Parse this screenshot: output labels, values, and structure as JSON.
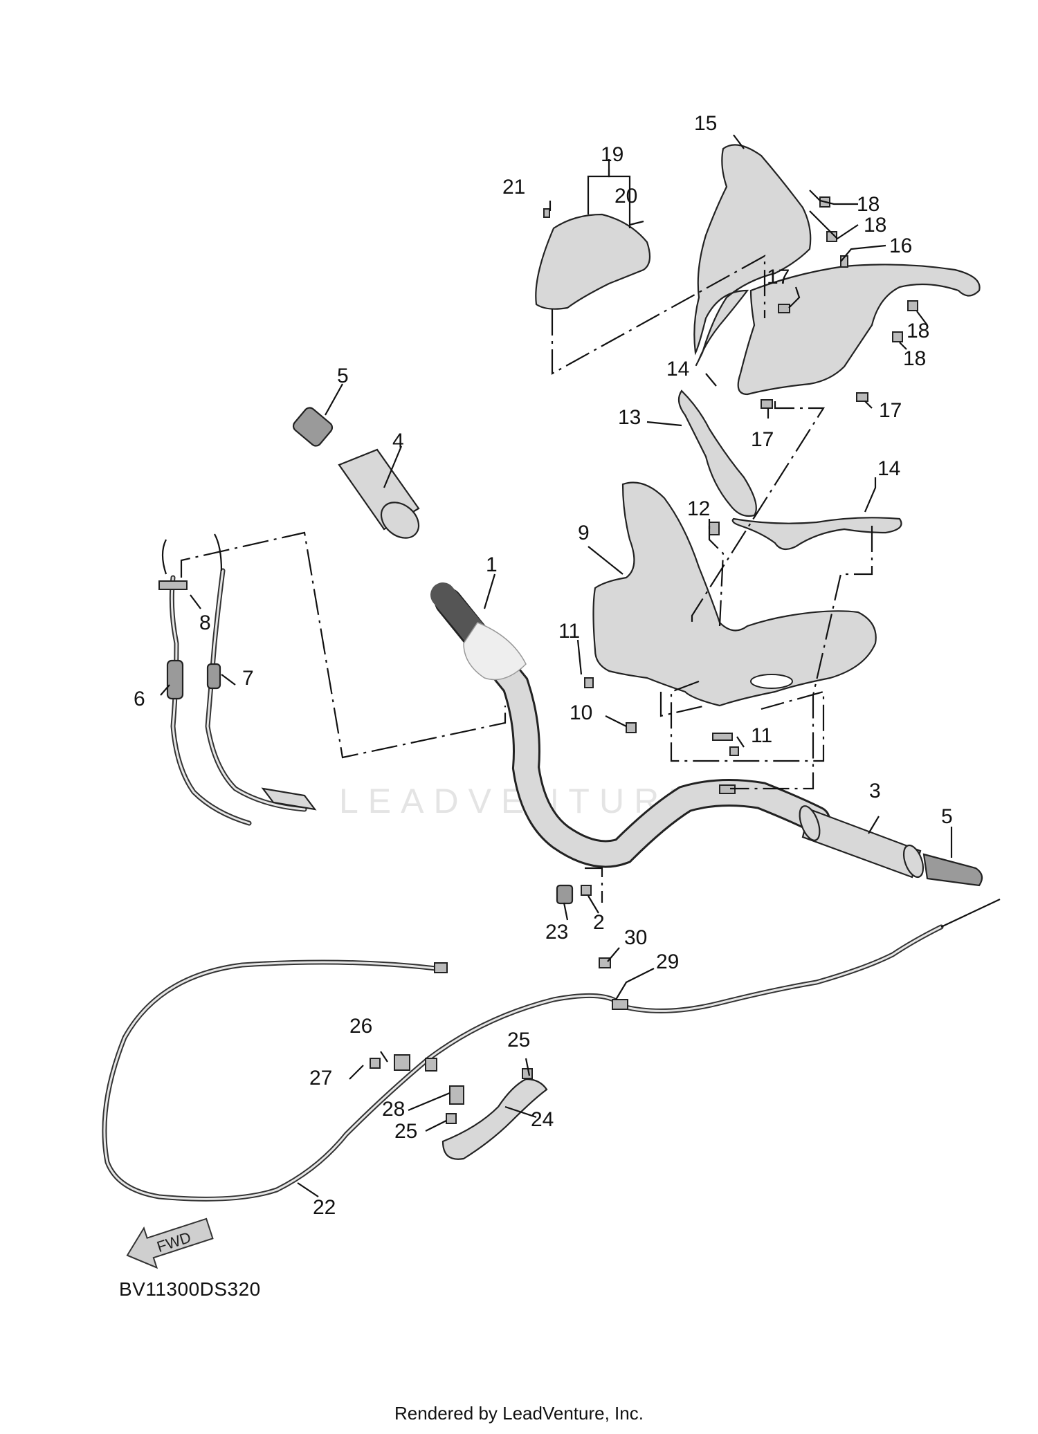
{
  "callouts": [
    "1",
    "2",
    "3",
    "4",
    "5",
    "5",
    "6",
    "7",
    "8",
    "9",
    "10",
    "11",
    "11",
    "12",
    "13",
    "14",
    "14",
    "15",
    "16",
    "17",
    "17",
    "17",
    "18",
    "18",
    "18",
    "18",
    "19",
    "20",
    "21",
    "22",
    "23",
    "24",
    "25",
    "25",
    "26",
    "27",
    "28",
    "29",
    "30"
  ],
  "fwd_label": "FWD",
  "watermark": "LEADVENTURE",
  "diagram_code": "BV11300DS320",
  "footer": "Rendered by LeadVenture, Inc."
}
